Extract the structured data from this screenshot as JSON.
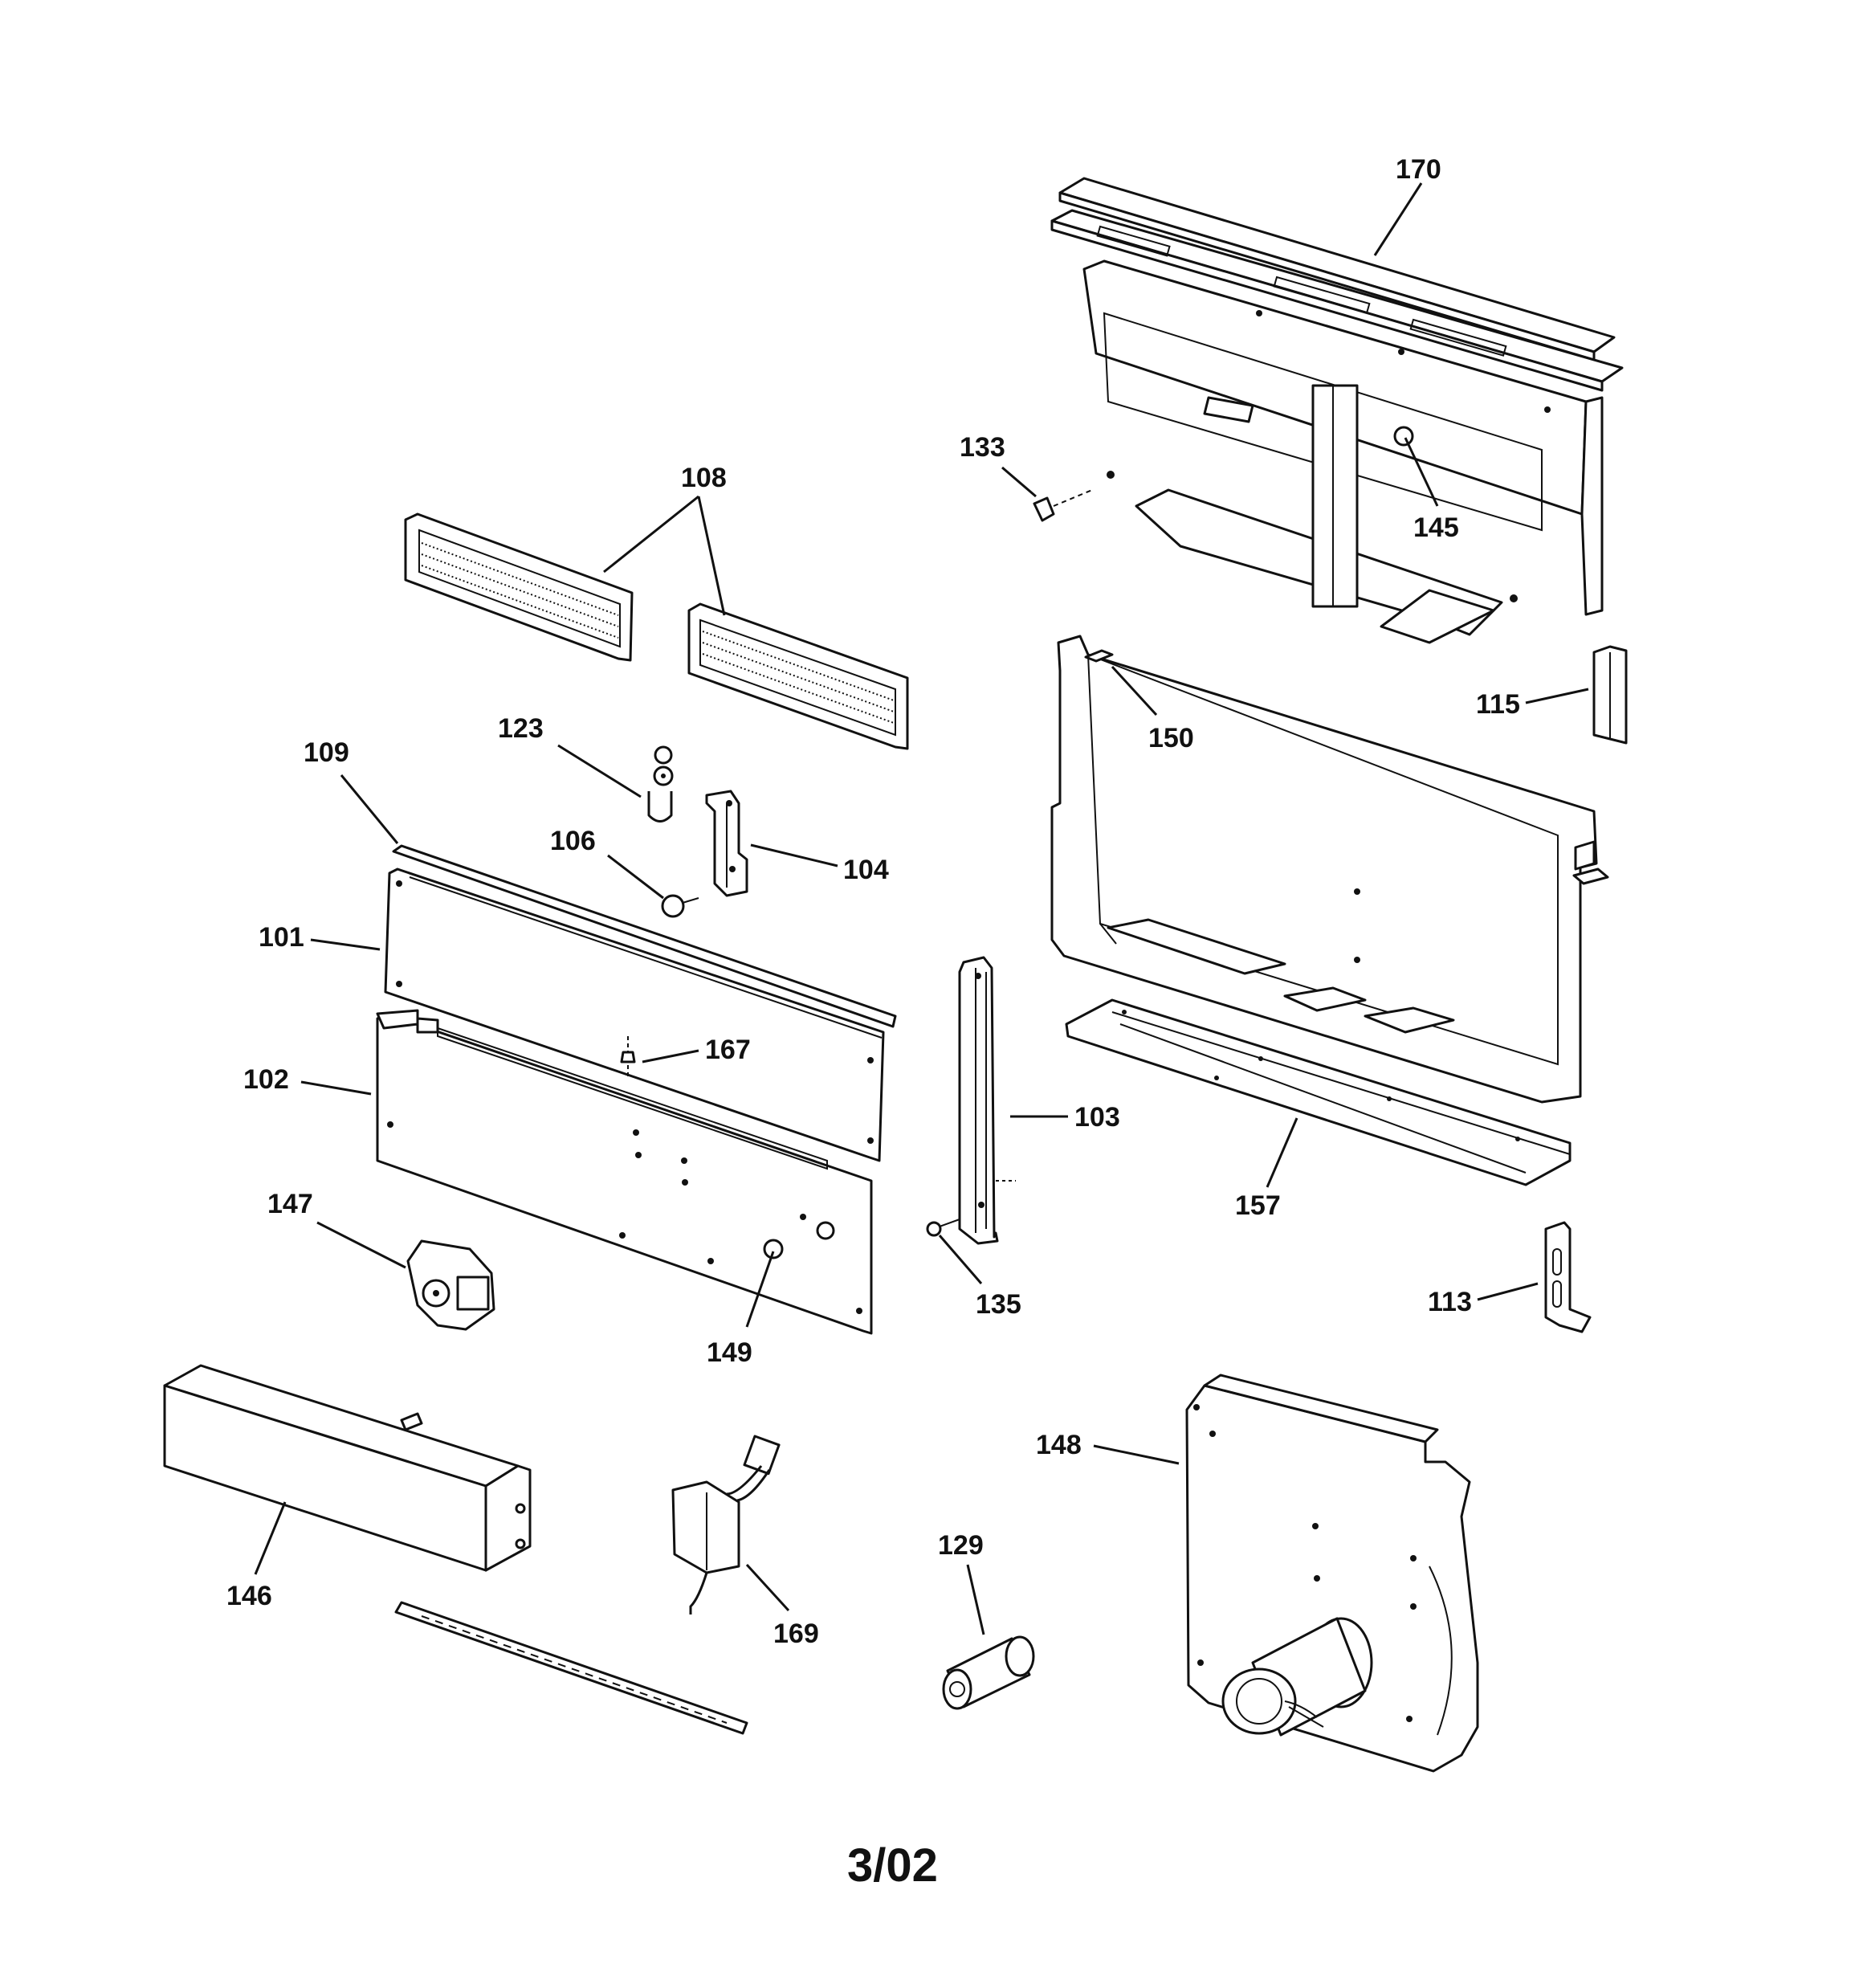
{
  "diagram": {
    "footer_text": "3/02",
    "parts": [
      {
        "id": "170",
        "label": "170"
      },
      {
        "id": "133",
        "label": "133"
      },
      {
        "id": "145",
        "label": "145"
      },
      {
        "id": "108",
        "label": "108"
      },
      {
        "id": "150",
        "label": "150"
      },
      {
        "id": "115",
        "label": "115"
      },
      {
        "id": "109",
        "label": "109"
      },
      {
        "id": "123",
        "label": "123"
      },
      {
        "id": "106",
        "label": "106"
      },
      {
        "id": "104",
        "label": "104"
      },
      {
        "id": "101",
        "label": "101"
      },
      {
        "id": "167",
        "label": "167"
      },
      {
        "id": "102",
        "label": "102"
      },
      {
        "id": "103",
        "label": "103"
      },
      {
        "id": "157",
        "label": "157"
      },
      {
        "id": "147",
        "label": "147"
      },
      {
        "id": "135",
        "label": "135"
      },
      {
        "id": "113",
        "label": "113"
      },
      {
        "id": "149",
        "label": "149"
      },
      {
        "id": "148",
        "label": "148"
      },
      {
        "id": "146",
        "label": "146"
      },
      {
        "id": "129",
        "label": "129"
      },
      {
        "id": "169",
        "label": "169"
      }
    ]
  }
}
